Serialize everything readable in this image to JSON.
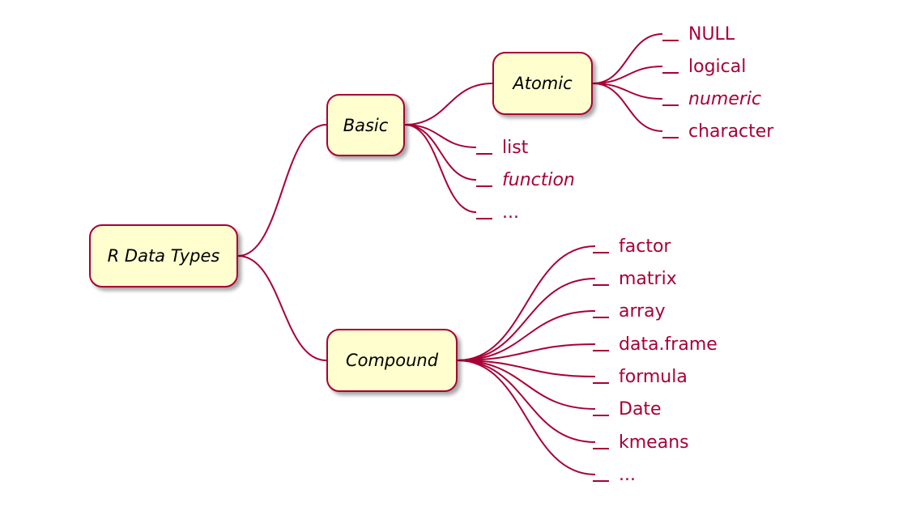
{
  "root": {
    "label": "R Data Types"
  },
  "basic": {
    "label": "Basic",
    "atomic": {
      "label": "Atomic",
      "children": [
        {
          "label": "NULL",
          "italic": false
        },
        {
          "label": "logical",
          "italic": false
        },
        {
          "label": "numeric",
          "italic": true
        },
        {
          "label": "character",
          "italic": false
        }
      ]
    },
    "others": [
      {
        "label": "list",
        "italic": false
      },
      {
        "label": "function",
        "italic": true
      },
      {
        "label": "...",
        "italic": false
      }
    ]
  },
  "compound": {
    "label": "Compound",
    "children": [
      {
        "label": "factor",
        "italic": false
      },
      {
        "label": "matrix",
        "italic": false
      },
      {
        "label": "array",
        "italic": false
      },
      {
        "label": "data.frame",
        "italic": false
      },
      {
        "label": "formula",
        "italic": false
      },
      {
        "label": "Date",
        "italic": false
      },
      {
        "label": "kmeans",
        "italic": false
      },
      {
        "label": "...",
        "italic": false
      }
    ]
  },
  "colors": {
    "line": "#a80036",
    "box_fill": "#fefece",
    "box_text": "#000000"
  }
}
